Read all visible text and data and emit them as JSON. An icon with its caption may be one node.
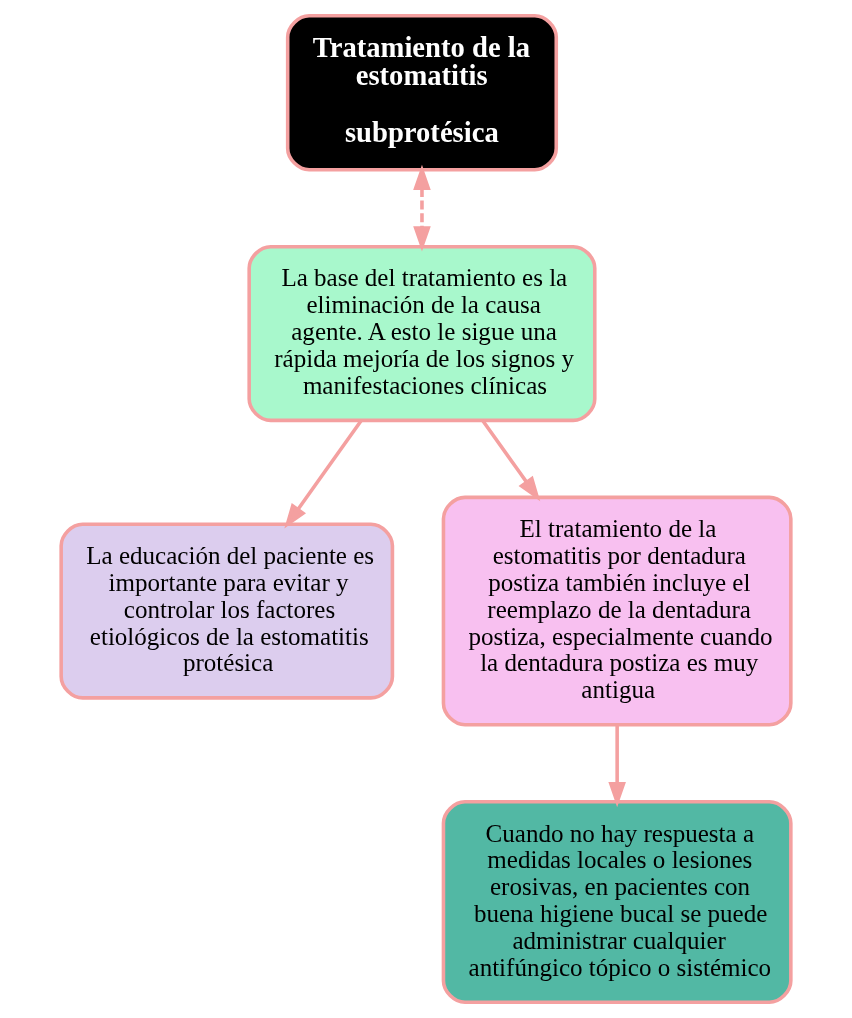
{
  "diagram": {
    "nodes": [
      {
        "text": [
          "Tratamiento de la estomatitis",
          "subprotésica"
        ]
      },
      {
        "text": [
          "La base del tratamiento es la eliminación de la causa agente. A esto le sigue una rápida mejoría de los signos y manifestaciones clínicas"
        ]
      },
      {
        "text": [
          "La educación del paciente es importante para evitar y controlar los factores etiológicos de la estomatitis protésica"
        ]
      },
      {
        "text": [
          "El tratamiento de la estomatitis por dentadura postiza también incluye el reemplazo de la dentadura postiza, especialmente cuando la dentadura postiza es muy antigua"
        ]
      },
      {
        "text": [
          "Cuando no hay respuesta a medidas locales o lesiones erosivas, en pacientes con buena higiene bucal se puede administrar cualquier antifúngico tópico o sistémico"
        ]
      }
    ],
    "edges": [
      {
        "from": 0,
        "to": 1,
        "arrow": "both",
        "style": "dashed"
      },
      {
        "from": 1,
        "to": 2,
        "arrow": "to"
      },
      {
        "from": 1,
        "to": 3,
        "arrow": "to"
      },
      {
        "from": 3,
        "to": 4,
        "arrow": "to"
      }
    ]
  }
}
